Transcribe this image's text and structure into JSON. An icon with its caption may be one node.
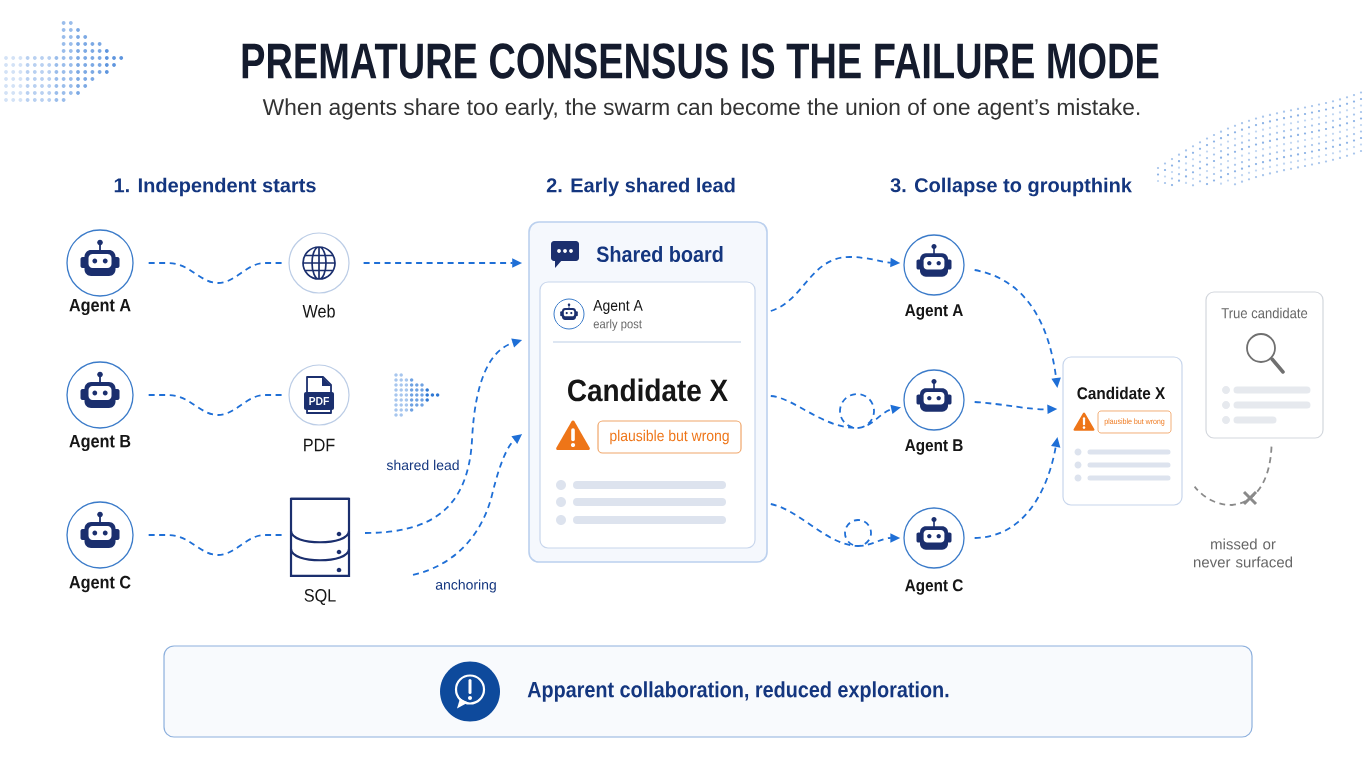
{
  "diagram": {
    "title": "PREMATURE CONSENSUS IS THE FAILURE MODE",
    "nodes": [
      {
        "text": [
          "Agent A"
        ]
      },
      {
        "text": [
          "Agent B"
        ]
      },
      {
        "text": [
          "Agent C"
        ]
      },
      {
        "text": [
          "Web"
        ]
      },
      {
        "text": [
          "PDF",
          "PDF"
        ]
      },
      {
        "text": [
          "SQL"
        ]
      },
      {
        "text": [
          "Shared board"
        ]
      },
      {
        "text": [
          "Agent A",
          "early post",
          "Candidate X"
        ],
        "in": 6
      },
      {
        "text": [
          "plausible but wrong"
        ],
        "in": 7
      },
      {
        "text": [
          "Agent A"
        ]
      },
      {
        "text": [
          "Agent B"
        ]
      },
      {
        "text": [
          "Agent C"
        ]
      },
      {
        "text": [
          "Candidate X"
        ]
      },
      {
        "text": [
          "plausible but wrong"
        ],
        "in": 12
      },
      {
        "text": [
          "True candidate"
        ]
      },
      {
        "text": [
          "Apparent collaboration, reduced exploration."
        ]
      }
    ],
    "edges": [
      {
        "from": 0,
        "to": 3,
        "arrow": "none"
      },
      {
        "from": 1,
        "to": 4,
        "arrow": "none"
      },
      {
        "from": 2,
        "to": 5,
        "arrow": "none"
      },
      {
        "from": 3,
        "to": 6,
        "arrow": "to"
      },
      {
        "from": 5,
        "to": 6,
        "arrow": "to",
        "label": "shared lead"
      },
      {
        "from": null,
        "to": 6,
        "arrow": "to",
        "label": "anchoring"
      },
      {
        "from": 6,
        "to": 9,
        "arrow": "to"
      },
      {
        "from": 6,
        "to": 10,
        "arrow": "to"
      },
      {
        "from": 6,
        "to": 11,
        "arrow": "to"
      },
      {
        "from": 9,
        "to": 12,
        "arrow": "to"
      },
      {
        "from": 10,
        "to": 12,
        "arrow": "to"
      },
      {
        "from": 11,
        "to": 12,
        "arrow": "to"
      },
      {
        "from": 14,
        "to": 12,
        "arrow": "none",
        "color": "#8a8a8a",
        "label": "missed or never surfaced"
      }
    ],
    "labels": [
      "When agents share too early, the swarm can become the union of one agent’s mistake.",
      "1. Independent starts",
      "2. Early shared lead",
      "3. Collapse to groupthink"
    ]
  }
}
